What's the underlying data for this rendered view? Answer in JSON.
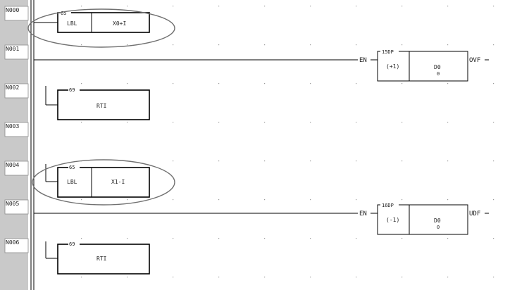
{
  "rung_labels": [
    "N000",
    "N001",
    "N002",
    "N003",
    "N004",
    "N005",
    "N006"
  ],
  "rungs": [
    {
      "id": "n000",
      "block_number": "65",
      "instruction": "LBL",
      "operand": "X0+I"
    },
    {
      "id": "n001",
      "block_number": "15DP",
      "instruction": "(+1)",
      "operand": "D0",
      "operand_value": "0",
      "input_pin": "EN",
      "output_pin": "OVF"
    },
    {
      "id": "n002",
      "block_number": "69",
      "instruction": "RTI"
    },
    {
      "id": "n004",
      "block_number": "65",
      "instruction": "LBL",
      "operand": "X1-I"
    },
    {
      "id": "n005",
      "block_number": "16DP",
      "instruction": "(-1)",
      "operand": "D0",
      "operand_value": "0",
      "input_pin": "EN",
      "output_pin": "UDF"
    },
    {
      "id": "n006",
      "block_number": "69",
      "instruction": "RTI"
    }
  ],
  "colors": {
    "left_rail": "#c9c9c9",
    "rung_label_background": "#ffffff",
    "wire": "#000000",
    "grid_dot": "#9a9a9a",
    "annotation_ellipse": "#707070"
  }
}
